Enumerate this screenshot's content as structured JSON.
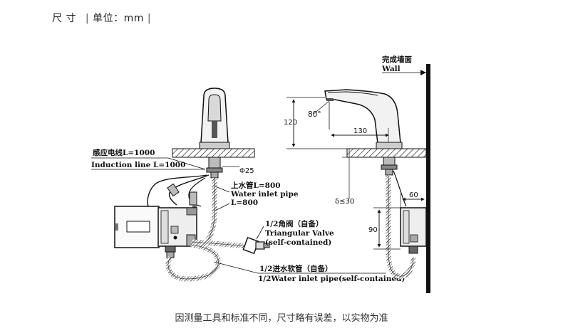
{
  "header": {
    "title": "尺 寸",
    "sep1": "|",
    "unit": "单位：mm",
    "sep2": "|"
  },
  "caption": "因测量工具和标准不同，尺寸略有误差，以实物为准",
  "left_view": {
    "sensor_cable_cn": "感应电线L=1000",
    "sensor_cable_en": "Induction line L=1000",
    "diameter": "Φ25",
    "inlet_pipe_cn": "上水管L=800",
    "inlet_pipe_en": "Water inlet pipe",
    "inlet_pipe_len": "L=800",
    "valve_cn": "1/2角阀（自备）",
    "valve_en": "Triangular Valve",
    "valve_note": "(self-contained)",
    "hose_cn": "1/2进水软管（自备）",
    "hose_en": "1/2Water inlet pipe(self-contained)"
  },
  "right_view": {
    "wall_cn": "完成墙面",
    "wall_en": "Wall",
    "angle": "80°",
    "height": "120",
    "reach": "130",
    "thickness": "δ≤30",
    "box_width": "60",
    "box_height": "90"
  }
}
